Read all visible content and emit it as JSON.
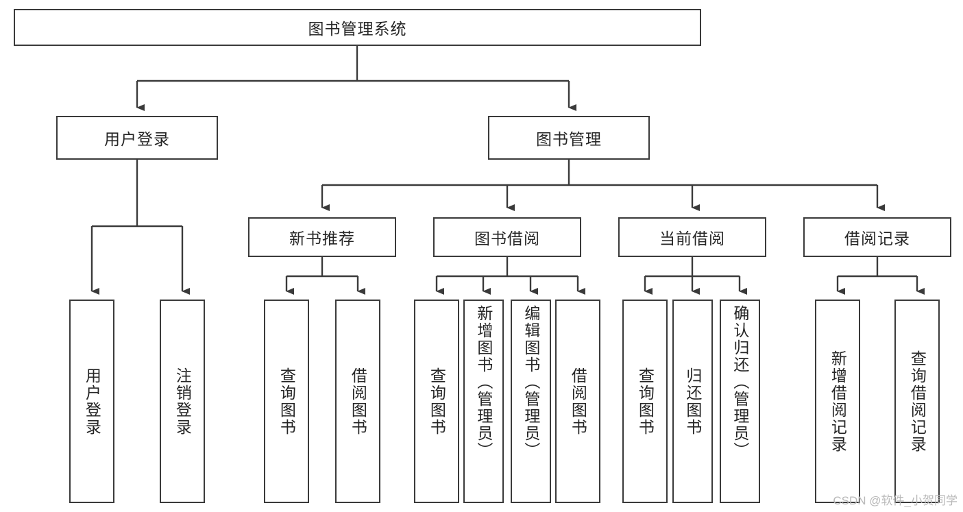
{
  "diagram": {
    "title_node": {
      "label": "图书管理系统"
    },
    "level2": [
      {
        "label": "用户登录"
      },
      {
        "label": "图书管理"
      }
    ],
    "level3": [
      {
        "label": "新书推荐"
      },
      {
        "label": "图书借阅"
      },
      {
        "label": "当前借阅"
      },
      {
        "label": "借阅记录"
      }
    ],
    "leaves": {
      "user_login": [
        {
          "label": "用户登录"
        },
        {
          "label": "注销登录"
        }
      ],
      "new_book_recommend": [
        {
          "label": "查询图书"
        },
        {
          "label": "借阅图书"
        }
      ],
      "book_borrow": [
        {
          "label": "查询图书"
        },
        {
          "label": "新增图书（管理员）"
        },
        {
          "label": "编辑图书（管理员）"
        },
        {
          "label": "借阅图书"
        }
      ],
      "current_borrow": [
        {
          "label": "查询图书"
        },
        {
          "label": "归还图书"
        },
        {
          "label": "确认归还（管理员）"
        }
      ],
      "borrow_record": [
        {
          "label": "新增借阅记录"
        },
        {
          "label": "查询借阅记录"
        }
      ]
    }
  },
  "watermark": {
    "text": "CSDN @软件_小贺同学"
  },
  "colors": {
    "border": "#3a3a3a",
    "text": "#262626",
    "background": "#ffffff",
    "watermark": "#b9b9b9"
  }
}
